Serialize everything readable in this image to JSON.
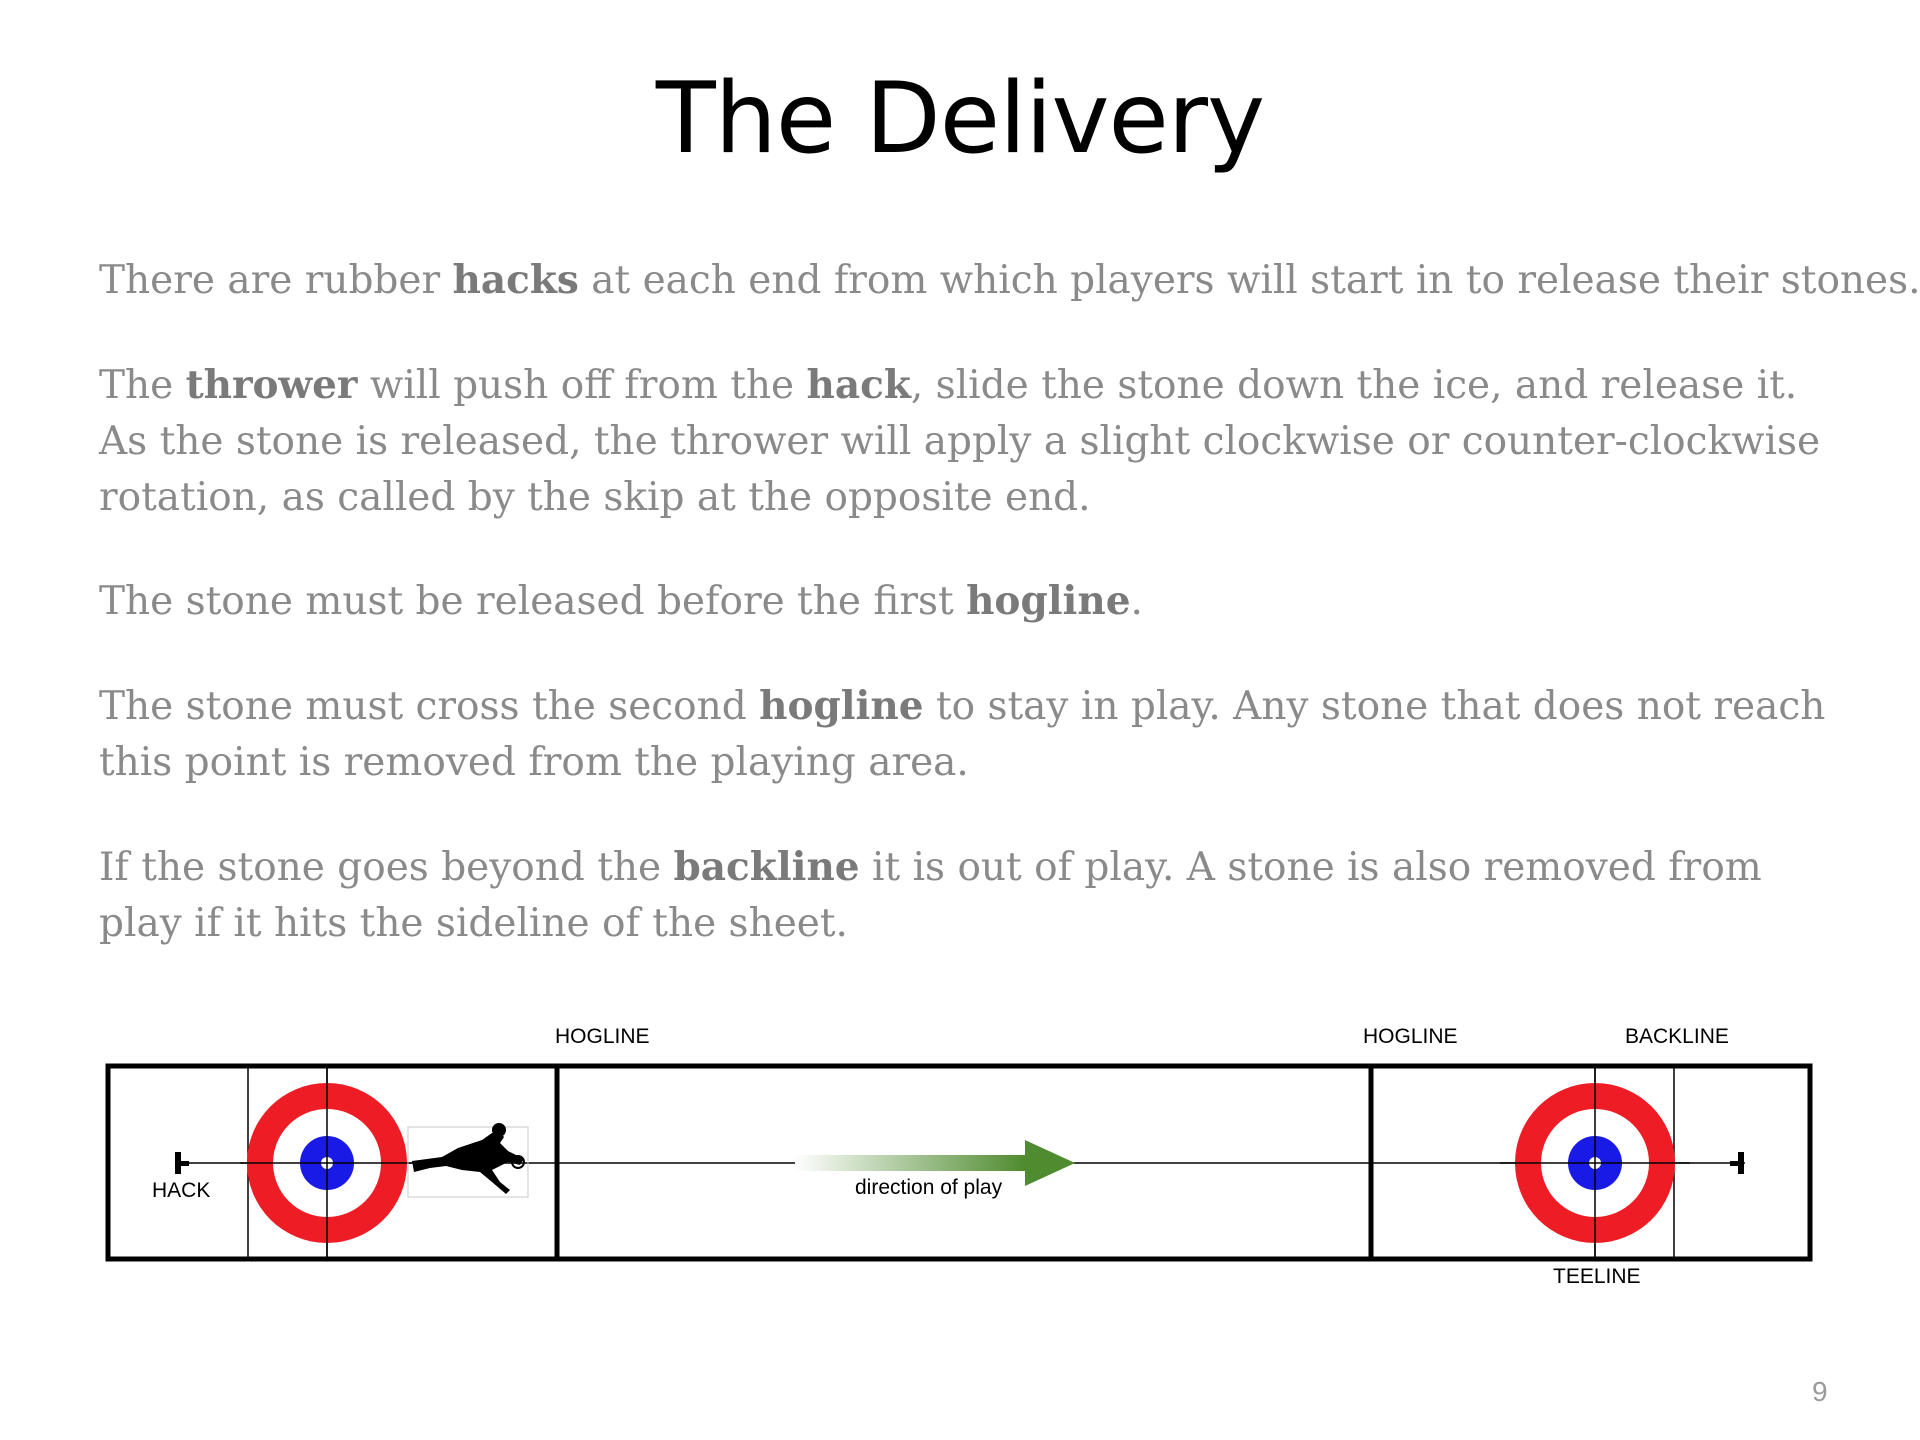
{
  "slide": {
    "title": "The Delivery",
    "page_number": "9",
    "paragraphs": [
      [
        {
          "text": "There are rubber ",
          "bold": false
        },
        {
          "text": "hacks",
          "bold": true
        },
        {
          "text": " at each end from which players will start in to release their stones.",
          "bold": false
        }
      ],
      [
        {
          "text": "The ",
          "bold": false
        },
        {
          "text": "thrower",
          "bold": true
        },
        {
          "text": " will push off from the ",
          "bold": false
        },
        {
          "text": "hack",
          "bold": true
        },
        {
          "text": ", slide the stone down the ice, and release it.  As the stone is released, the thrower will apply a slight clockwise or counter-clockwise rotation, as called by the skip at the opposite end.",
          "bold": false
        }
      ],
      [
        {
          "text": "The stone must be released before the first ",
          "bold": false
        },
        {
          "text": "hogline",
          "bold": true
        },
        {
          "text": ".",
          "bold": false
        }
      ],
      [
        {
          "text": "The stone must cross the second ",
          "bold": false
        },
        {
          "text": "hogline",
          "bold": true
        },
        {
          "text": " to stay in play.  Any stone that does not reach this point is removed from the playing area.",
          "bold": false
        }
      ],
      [
        {
          "text": "If the stone goes beyond the ",
          "bold": false
        },
        {
          "text": "backline",
          "bold": true
        },
        {
          "text": " it is out of play.  A stone is also removed from play if it hits the sideline of the sheet.",
          "bold": false
        }
      ]
    ]
  },
  "diagram": {
    "labels": {
      "hogline_left": "HOGLINE",
      "hogline_right": "HOGLINE",
      "backline": "BACKLINE",
      "hack": "HACK",
      "teeline": "TEELINE",
      "direction": "direction of play"
    },
    "colors": {
      "ring_outer": "#ee1c24",
      "ring_white": "#ffffff",
      "button": "#1a1ae6",
      "arrow_dark": "#4f8b2f",
      "arrow_light": "#ffffff",
      "line": "#000000"
    }
  }
}
